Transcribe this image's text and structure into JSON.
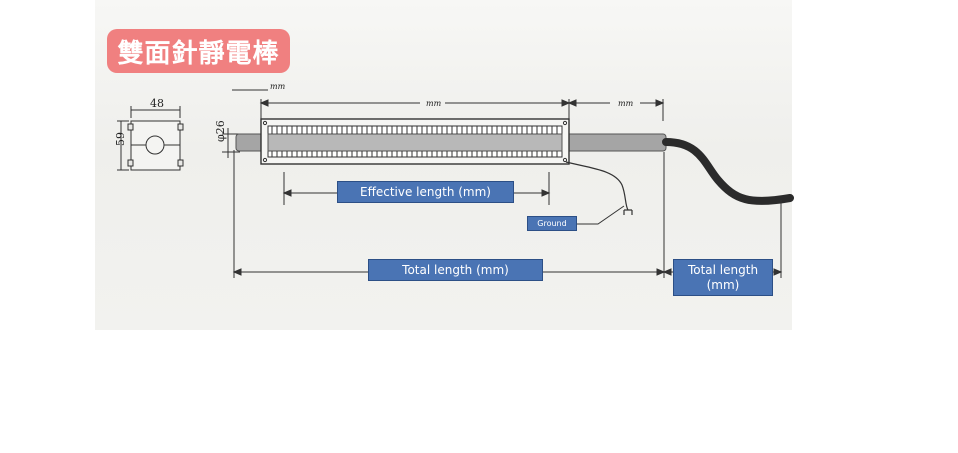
{
  "title": "雙面針靜電棒",
  "dimensions": {
    "width": "48",
    "height": "59",
    "diameter": "φ26",
    "unit_top": "mm",
    "unit_a": "mm",
    "unit_b": "mm"
  },
  "labels": {
    "effective_length": "Effective length (mm)",
    "ground": "Ground",
    "total_length_bar": "Total length (mm)",
    "total_length_cable": "Total length (mm)"
  },
  "colors": {
    "title_bg": "#f08080",
    "label_bg": "#4a74b4",
    "line": "#333333",
    "rod": "#9a9a9a",
    "cable": "#2b2b2b"
  }
}
